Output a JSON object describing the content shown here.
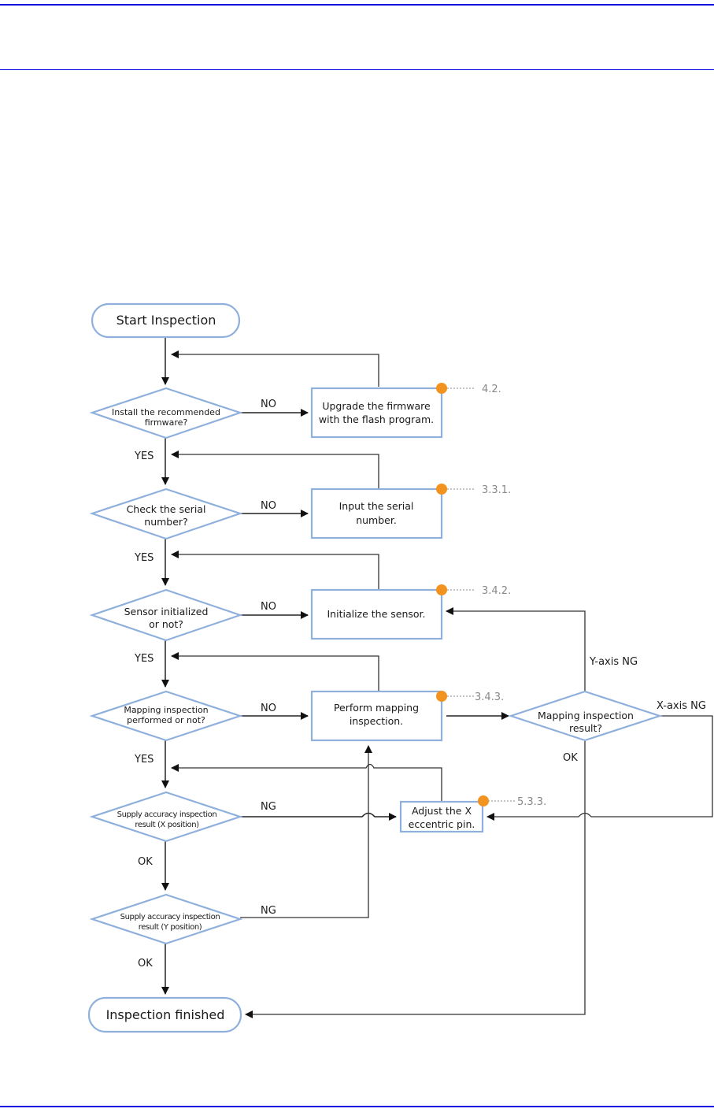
{
  "page": {
    "header_rule_color": "#0000e0"
  },
  "flowchart": {
    "start": "Start Inspection",
    "end": "Inspection finished",
    "decisions": {
      "firmware": [
        "Install the recommended",
        "firmware?"
      ],
      "serial": [
        "Check the serial",
        "number?"
      ],
      "sensor": [
        "Sensor initialized",
        "or not?"
      ],
      "mapping": [
        "Mapping inspection",
        "performed or not?"
      ],
      "supply_x": [
        "Supply accuracy inspection",
        "result (X position)"
      ],
      "supply_y": [
        "Supply accuracy inspection",
        "result (Y position)"
      ],
      "mapping_result": [
        "Mapping inspection",
        "result?"
      ]
    },
    "processes": {
      "upgrade": [
        "Upgrade the firmware",
        "with the flash program."
      ],
      "input_serial": [
        "Input the serial",
        "number."
      ],
      "init_sensor": [
        "Initialize the sensor."
      ],
      "perform_mapping": [
        "Perform mapping",
        "inspection."
      ],
      "adjust_pin": [
        "Adjust the X",
        "eccentric pin."
      ]
    },
    "references": {
      "upgrade": "4.2.",
      "input_serial": "3.3.1.",
      "init_sensor": "3.4.2.",
      "perform_mapping": "3.4.3.",
      "adjust_pin": "5.3.3."
    },
    "edge_labels": {
      "no": "NO",
      "yes": "YES",
      "ng": "NG",
      "ok": "OK",
      "y_axis_ng": "Y-axis NG",
      "x_axis_ng": "X-axis NG"
    },
    "colors": {
      "shape_border": "#8fb0dc",
      "reference_dot": "#f2921f",
      "reference_text": "#888888"
    }
  }
}
